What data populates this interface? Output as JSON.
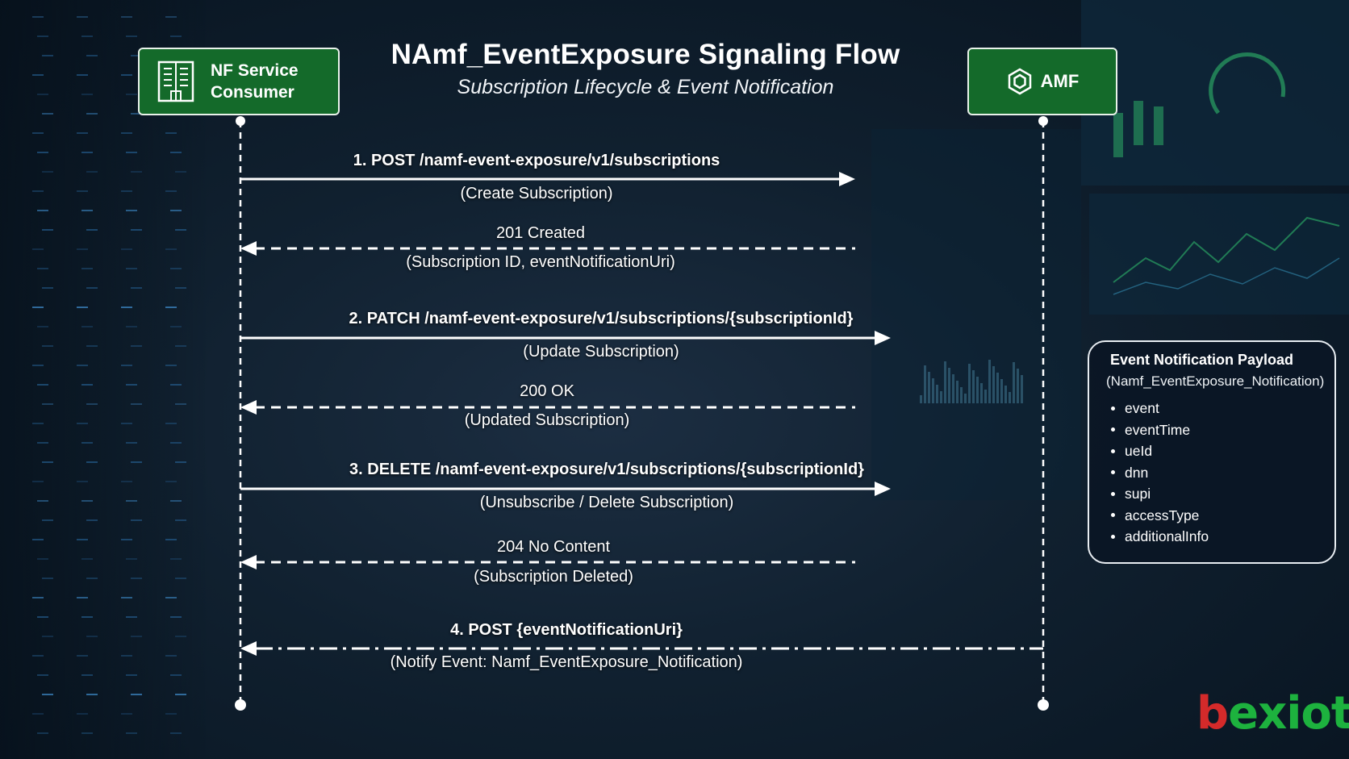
{
  "header": {
    "title": "NAmf_EventExposure Signaling Flow",
    "subtitle": "Subscription Lifecycle & Event Notification"
  },
  "actors": {
    "consumer": {
      "label_line1": "NF Service",
      "label_line2": "Consumer",
      "icon": "document-icon"
    },
    "amf": {
      "label": "AMF",
      "icon": "hexagon-icon"
    }
  },
  "messages": [
    {
      "label": "1. POST /namf-event-exposure/v1/subscriptions",
      "note": "(Create Subscription)",
      "direction": "request",
      "style": "solid"
    },
    {
      "label": "201 Created",
      "note": "(Subscription ID, eventNotificationUri)",
      "direction": "response",
      "style": "dashed"
    },
    {
      "label": "2. PATCH /namf-event-exposure/v1/subscriptions/{subscriptionId}",
      "note": "(Update Subscription)",
      "direction": "request",
      "style": "solid"
    },
    {
      "label": "200 OK",
      "note": "(Updated Subscription)",
      "direction": "response",
      "style": "dashed"
    },
    {
      "label": "3. DELETE /namf-event-exposure/v1/subscriptions/{subscriptionId}",
      "note": "(Unsubscribe / Delete Subscription)",
      "direction": "request",
      "style": "solid"
    },
    {
      "label": "204 No Content",
      "note": "(Subscription Deleted)",
      "direction": "response",
      "style": "dashed"
    },
    {
      "label": "4. POST {eventNotificationUri}",
      "note": "(Notify Event: Namf_EventExposure_Notification)",
      "direction": "notification",
      "style": "dash-dot"
    }
  ],
  "payload": {
    "title": "Event Notification Payload",
    "subtitle": "(Namf_EventExposure_Notification)",
    "items": [
      "event",
      "eventTime",
      "ueId",
      "dnn",
      "supi",
      "accessType",
      "additionalInfo"
    ]
  },
  "logo": {
    "text_a": "b",
    "text_b": "exiot"
  },
  "colors": {
    "actor_fill": "#146a2a",
    "logo_green": "#1db23e",
    "logo_red": "#d42a2a",
    "line": "#ffffff"
  }
}
